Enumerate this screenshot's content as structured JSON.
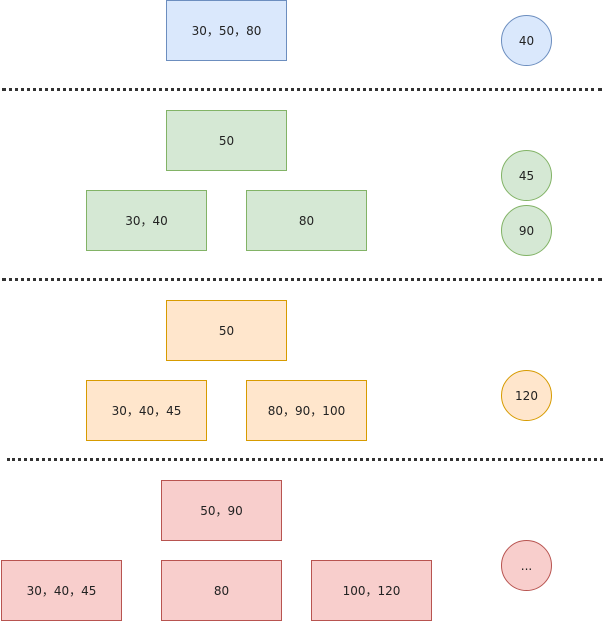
{
  "stage1": {
    "root": "30，50，80",
    "insert": "40"
  },
  "stage2": {
    "root": "50",
    "left": "30，40",
    "right": "80",
    "insert_a": "45",
    "insert_b": "90"
  },
  "stage3": {
    "root": "50",
    "left": "30，40，45",
    "right": "80，90，100",
    "insert": "120"
  },
  "stage4": {
    "root": "50，90",
    "left": "30，40，45",
    "middle": "80",
    "right": "100，120",
    "insert": "..."
  },
  "colors": {
    "stage1_fill": "#dae8fc",
    "stage1_stroke": "#6c8ebf",
    "stage2_fill": "#d5e8d4",
    "stage2_stroke": "#82b366",
    "stage3_fill": "#ffe6cc",
    "stage3_stroke": "#d79b00",
    "stage4_fill": "#f8cecc",
    "stage4_stroke": "#b85450"
  }
}
